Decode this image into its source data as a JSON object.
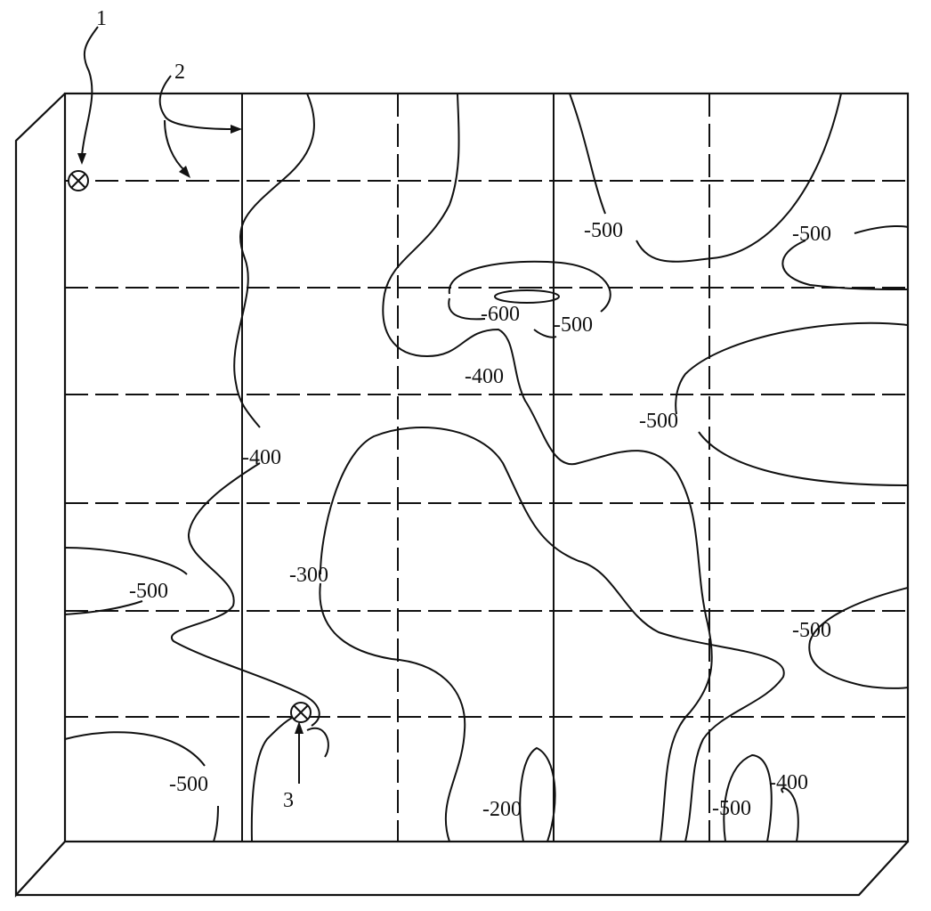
{
  "figure": {
    "callouts": [
      "1",
      "2",
      "3"
    ],
    "contour_labels": [
      "-500",
      "-500",
      "-600",
      "-500",
      "-400",
      "-500",
      "-400",
      "-300",
      "-500",
      "-500",
      "-500",
      "-200",
      "-500",
      "-400"
    ],
    "contour_values": [
      -200,
      -300,
      -400,
      -500,
      -600
    ]
  }
}
